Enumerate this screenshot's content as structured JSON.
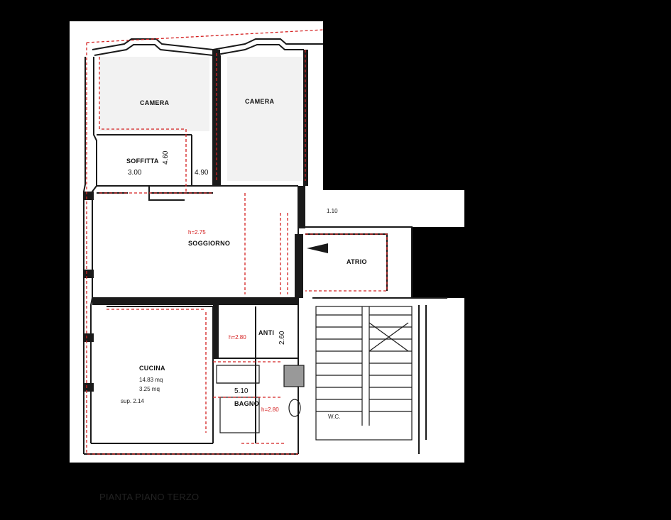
{
  "plan": {
    "rooms": {
      "camera_1": "CAMERA",
      "camera_2": "CAMERA",
      "soffitta": "SOFFITTA",
      "soggiorno": "SOGGIORNO",
      "atrio": "ATRIO",
      "cucina": "CUCINA",
      "anti": "ANTI",
      "bagno": "BAGNO",
      "wc": "W.C."
    },
    "dimensions": {
      "soffitta_width": "3.00",
      "soffitta_height": "4.60",
      "soffitta_side": "4.90",
      "anti_height": "2.60",
      "bagno_area": "5.10"
    },
    "red_notes": {
      "soggiorno_h": "h=2.75",
      "anti_h": "h=2.80",
      "bagno_h": "h=2.80"
    },
    "cucina_lines": [
      "14.83 mq",
      "3.25 mq",
      "sup. 2.14"
    ],
    "corridor_note": "1.10"
  },
  "caption": "PIANTA PIANO TERZO",
  "colors": {
    "wall": "#1a1a1a",
    "overlay": "#d42020",
    "floor": "#ffffff"
  }
}
